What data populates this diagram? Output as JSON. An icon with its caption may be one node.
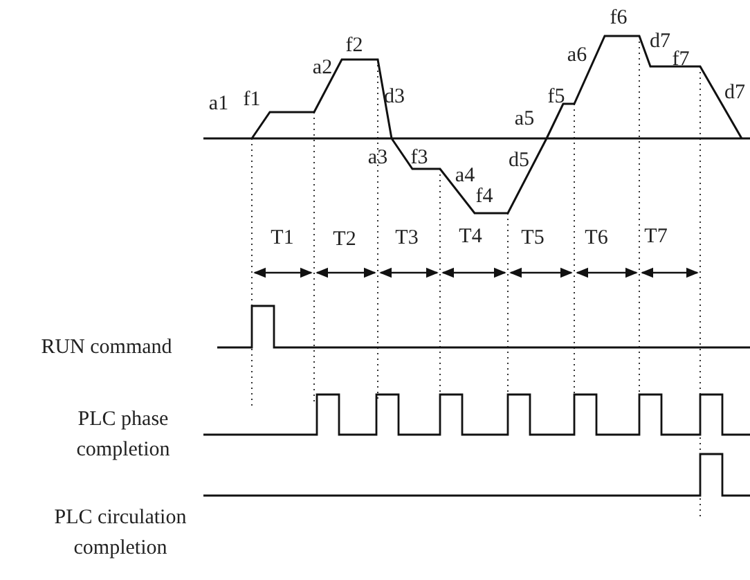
{
  "diagram": {
    "labels": [
      "f6",
      "f2",
      "d7",
      "a6",
      "f7",
      "a2",
      "a1",
      "f1",
      "d3",
      "f5",
      "d7",
      "a5",
      "a3",
      "f3",
      "d5",
      "a4",
      "f4",
      "T1",
      "T2",
      "T3",
      "T4",
      "T5",
      "T6",
      "T7",
      "RUN command",
      "PLC phase completion",
      "PLC circulation completion"
    ]
  }
}
